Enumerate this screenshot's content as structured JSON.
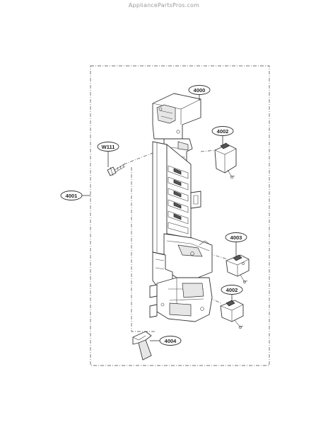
{
  "watermark": "AppliancePartsPros.com",
  "callouts": {
    "frame": "4000",
    "interlock_switch_top": "4002",
    "screw": "W111",
    "assembly": "4001",
    "monitor_switch": "4003",
    "interlock_switch_bottom": "4002",
    "lever": "4004"
  }
}
